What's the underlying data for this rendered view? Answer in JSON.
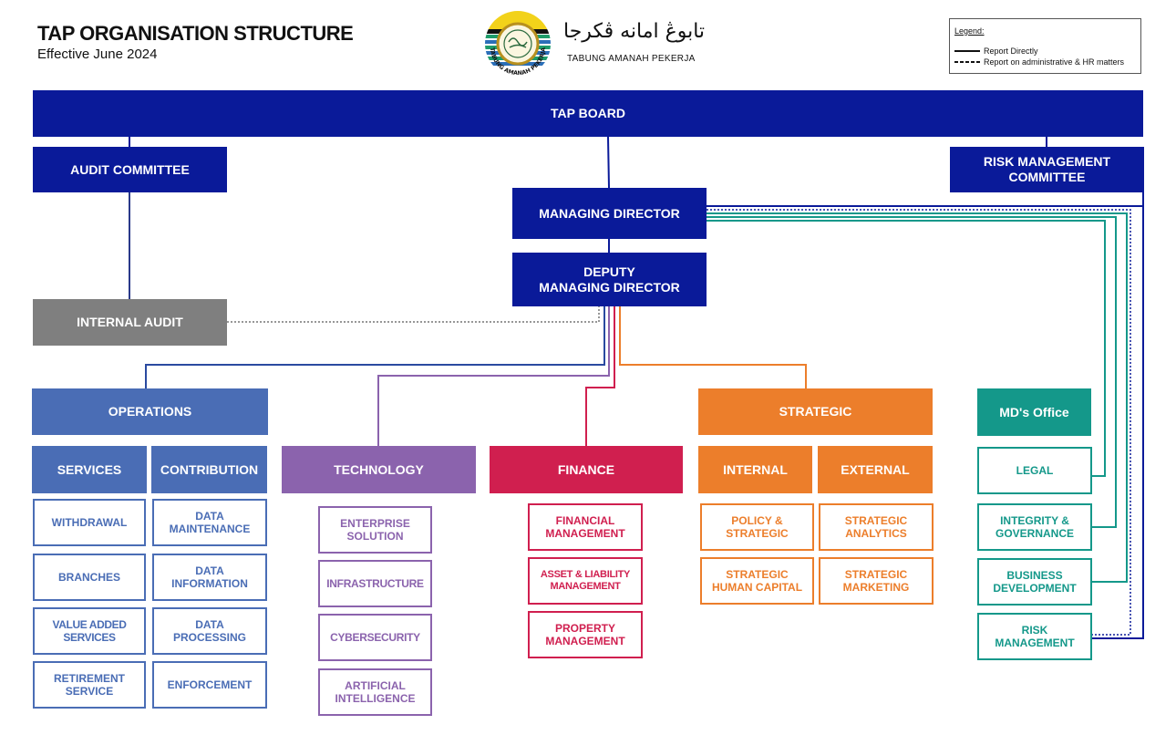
{
  "header": {
    "title": "TAP ORGANISATION STRUCTURE",
    "subtitle": "Effective June 2024"
  },
  "logo": {
    "arabic_text": "تابوڠ امانه ڤکرجا",
    "name": "TABUNG AMANAH PEKERJA",
    "ring_text": "TABUNG AMANAH PEKERJA"
  },
  "legend": {
    "title": "Legend:",
    "solid_label": "Report Directly",
    "dashed_label": "Report on administrative & HR matters"
  },
  "colors": {
    "navy": "#0a1a99",
    "grey": "#7f7f7f",
    "operations": "#4a6db5",
    "technology": "#8b63ad",
    "finance": "#d01f4f",
    "strategic": "#ec7e2b",
    "md_office": "#14988a"
  },
  "nodes": {
    "tap_board": "TAP BOARD",
    "audit_committee": "AUDIT COMMITTEE",
    "risk_committee": "RISK MANAGEMENT\nCOMMITTEE",
    "managing_director": "MANAGING DIRECTOR",
    "deputy_md": "DEPUTY\nMANAGING DIRECTOR",
    "internal_audit": "INTERNAL AUDIT"
  },
  "operations": {
    "label": "OPERATIONS",
    "services": {
      "label": "SERVICES",
      "items": [
        "WITHDRAWAL",
        "BRANCHES",
        "VALUE ADDED\nSERVICES",
        "RETIREMENT\nSERVICE"
      ]
    },
    "contribution": {
      "label": "CONTRIBUTION",
      "items": [
        "DATA\nMAINTENANCE",
        "DATA\nINFORMATION",
        "DATA\nPROCESSING",
        "ENFORCEMENT"
      ]
    }
  },
  "technology": {
    "label": "TECHNOLOGY",
    "items": [
      "ENTERPRISE\nSOLUTION",
      "INFRASTRUCTURE",
      "CYBERSECURITY",
      "ARTIFICIAL\nINTELLIGENCE"
    ]
  },
  "finance": {
    "label": "FINANCE",
    "items": [
      "FINANCIAL\nMANAGEMENT",
      "ASSET & LIABILITY\nMANAGEMENT",
      "PROPERTY\nMANAGEMENT"
    ]
  },
  "strategic": {
    "label": "STRATEGIC",
    "internal": {
      "label": "INTERNAL",
      "items": [
        "POLICY &\nSTRATEGIC",
        "STRATEGIC\nHUMAN CAPITAL"
      ]
    },
    "external": {
      "label": "EXTERNAL",
      "items": [
        "STRATEGIC\nANALYTICS",
        "STRATEGIC\nMARKETING"
      ]
    }
  },
  "md_office": {
    "label": "MD's Office",
    "items": [
      "LEGAL",
      "INTEGRITY &\nGOVERNANCE",
      "BUSINESS\nDEVELOPMENT",
      "RISK\nMANAGEMENT"
    ]
  }
}
